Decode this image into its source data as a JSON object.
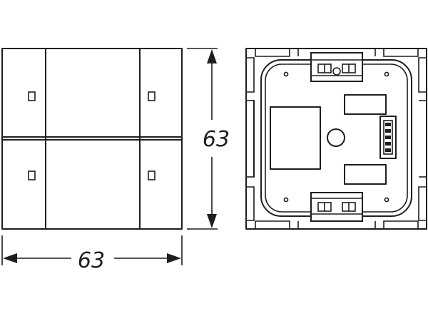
{
  "dimensions": {
    "width_label": "63",
    "height_label": "63"
  },
  "views": [
    {
      "name": "front-view",
      "indicator_leds": 4
    },
    {
      "name": "rear-view"
    }
  ],
  "colors": {
    "line": "#1e1e1e",
    "background": "#ffffff"
  }
}
